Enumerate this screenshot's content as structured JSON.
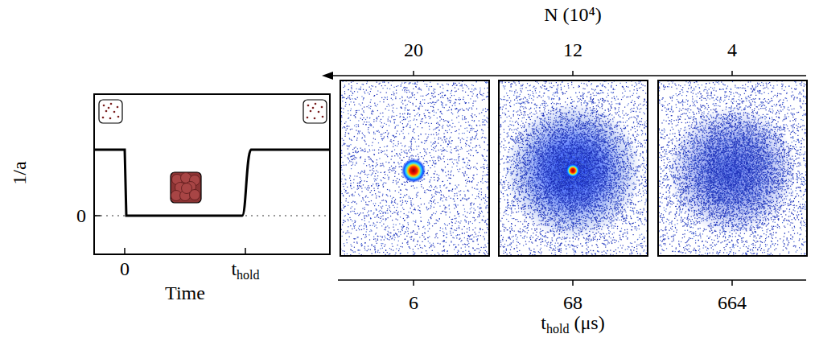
{
  "diagram": {
    "labels": [
      "1/a",
      "0",
      "0",
      "thold",
      "Time",
      "N (10⁴)",
      "20",
      "12",
      "4",
      "6",
      "68",
      "664",
      "thold (μs)"
    ]
  }
}
